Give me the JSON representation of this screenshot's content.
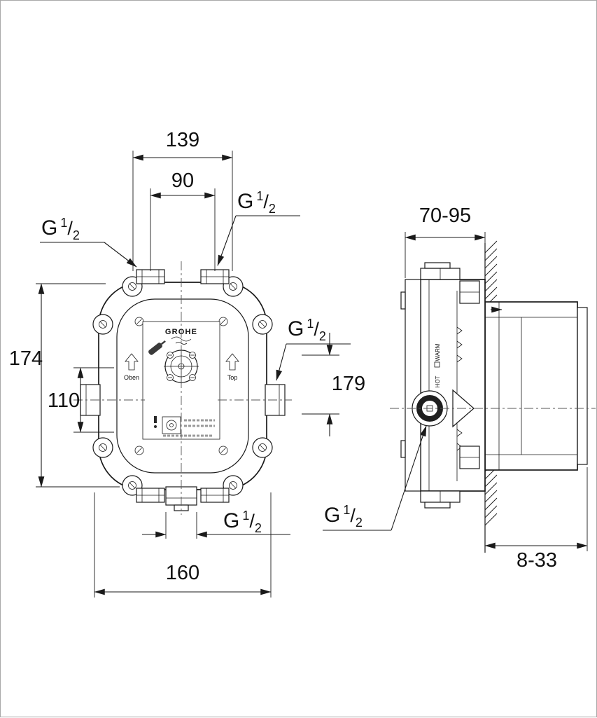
{
  "page": {
    "background": "#ffffff",
    "border_color": "#a8a8a8",
    "line_color": "#1a1a1a"
  },
  "brand": {
    "name": "GROHE"
  },
  "thread_label": {
    "prefix": "G",
    "numerator": "1",
    "slash": "/",
    "denominator": "2"
  },
  "front_view": {
    "markings": {
      "left_arrow_label": "Oben",
      "right_arrow_label": "Top"
    },
    "dimensions": {
      "top_outer_width": "139",
      "top_port_spacing": "90",
      "overall_height": "174",
      "side_port_offset": "110",
      "right_height": "179",
      "bottom_width": "160"
    }
  },
  "side_view": {
    "markings": {
      "warm": "WARM",
      "hot": "HOT"
    },
    "dimensions": {
      "installation_depth": "70-95",
      "finished_wall_range": "8-33"
    }
  }
}
